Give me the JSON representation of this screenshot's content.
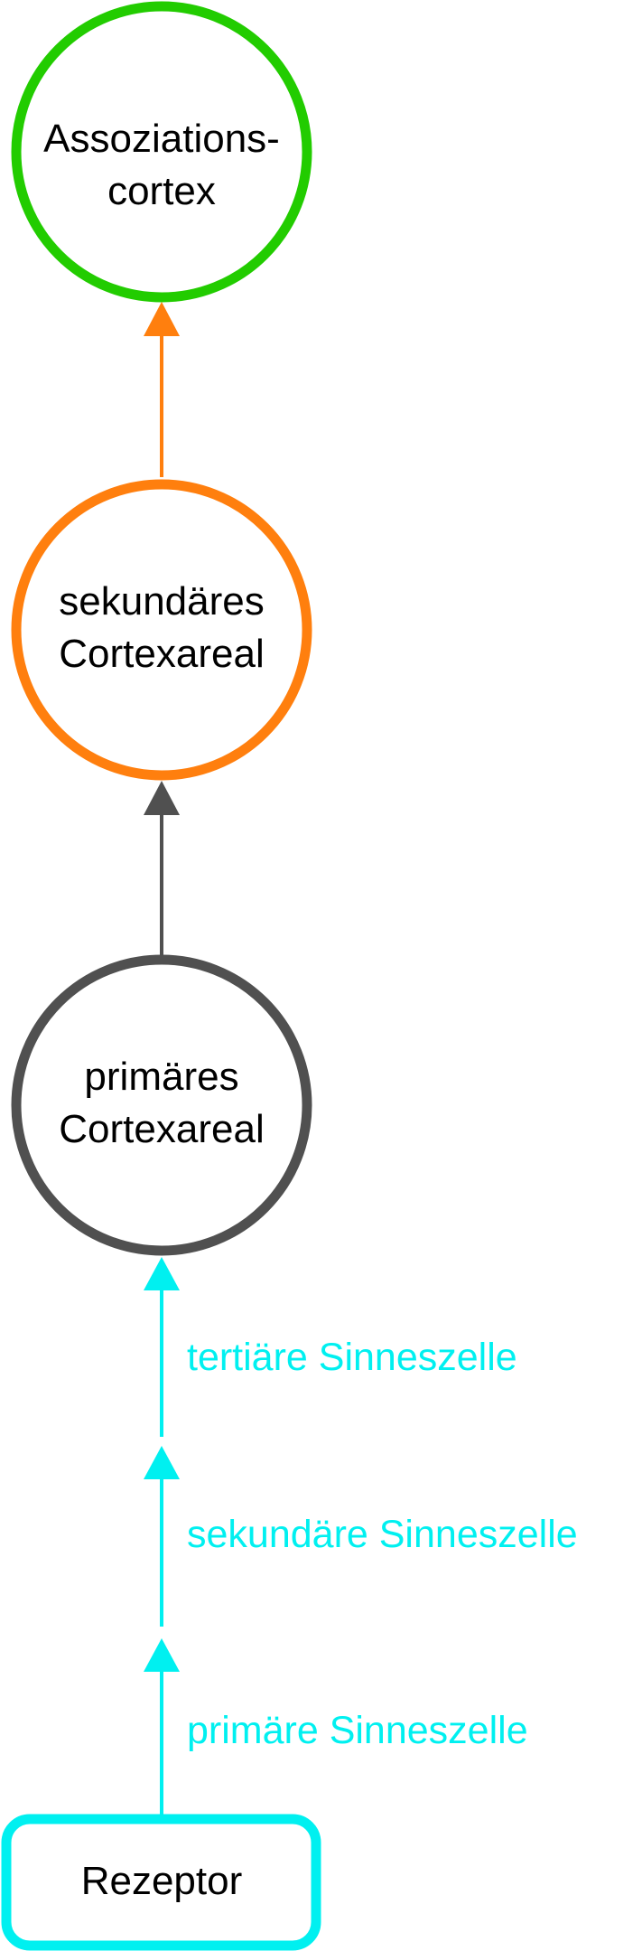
{
  "colors": {
    "association": "#22cc00",
    "secondary": "#ff7f0e",
    "primary": "#505050",
    "sensory": "#00f0f0",
    "text": "#000000"
  },
  "nodes": {
    "association": {
      "line1": "Assoziations-",
      "line2": "cortex"
    },
    "secondary": {
      "line1": "sekundäres",
      "line2": "Cortexareal"
    },
    "primary": {
      "line1": "primäres",
      "line2": "Cortexareal"
    },
    "receptor": {
      "label": "Rezeptor"
    }
  },
  "edges": {
    "tertiary_cell": "tertiäre Sinneszelle",
    "secondary_cell": "sekundäre Sinneszelle",
    "primary_cell": "primäre Sinneszelle"
  }
}
